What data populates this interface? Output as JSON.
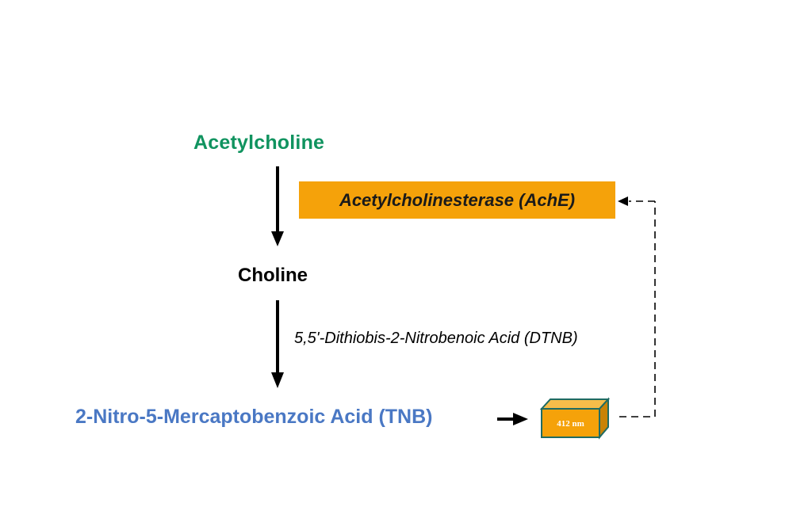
{
  "diagram": {
    "substrate": "Acetylcholine",
    "enzyme": "Acetylcholinesterase (AchE)",
    "product": "Choline",
    "reagent": "5,5'-Dithiobis-2-Nitrobenoic Acid (DTNB)",
    "final_product": "2-Nitro-5-Mercaptobenzoic Acid (TNB)",
    "detection": "412 nm"
  },
  "colors": {
    "substrate": "#10935f",
    "final_product": "#4a78c4",
    "enzyme_box": "#f5a20a",
    "cuvette_front": "#f5a20a",
    "cuvette_top": "#f7bd4a",
    "cuvette_side": "#c98306",
    "cuvette_edge": "#1f6b63"
  },
  "icons": {
    "cuvette": "cuvette-box-icon",
    "arrows": "arrow-icon"
  }
}
